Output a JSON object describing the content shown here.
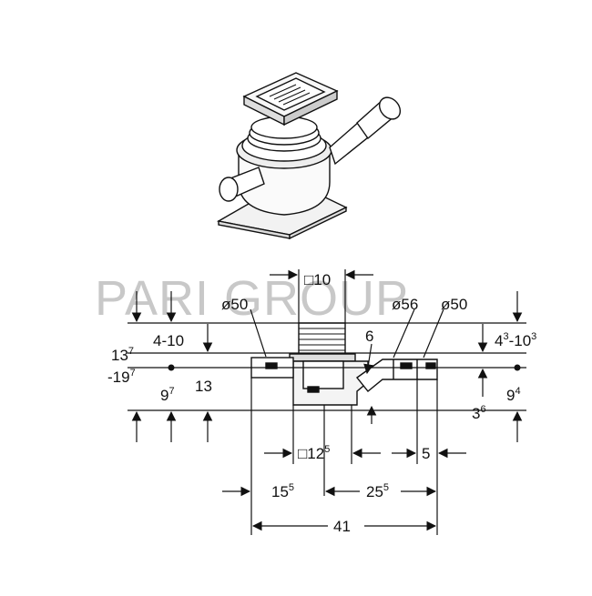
{
  "watermark": "PARI GROUP",
  "labels": {
    "grate_size": "□10",
    "outlet_left": "ø50",
    "outlet_mid": "ø56",
    "outlet_right": "ø50",
    "height_range_left": "4-10",
    "angle_6": "6",
    "height_range_right_a": "4",
    "height_range_right_a_sup": "3",
    "height_range_right_b": "-10",
    "height_range_right_b_sup": "3",
    "total_height_a": "13",
    "total_height_a_sup": "7",
    "total_height_b": "-19",
    "total_height_b_sup": "7",
    "axis_left": "9",
    "axis_left_sup": "7",
    "depth_13": "13",
    "axis_right": "9",
    "axis_right_sup": "4",
    "offset_right": "3",
    "offset_right_sup": "6",
    "body_size": "□12",
    "body_size_sup": "5",
    "gap_5": "5",
    "left_len": "15",
    "left_len_sup": "5",
    "right_len": "25",
    "right_len_sup": "5",
    "total_len": "41"
  }
}
